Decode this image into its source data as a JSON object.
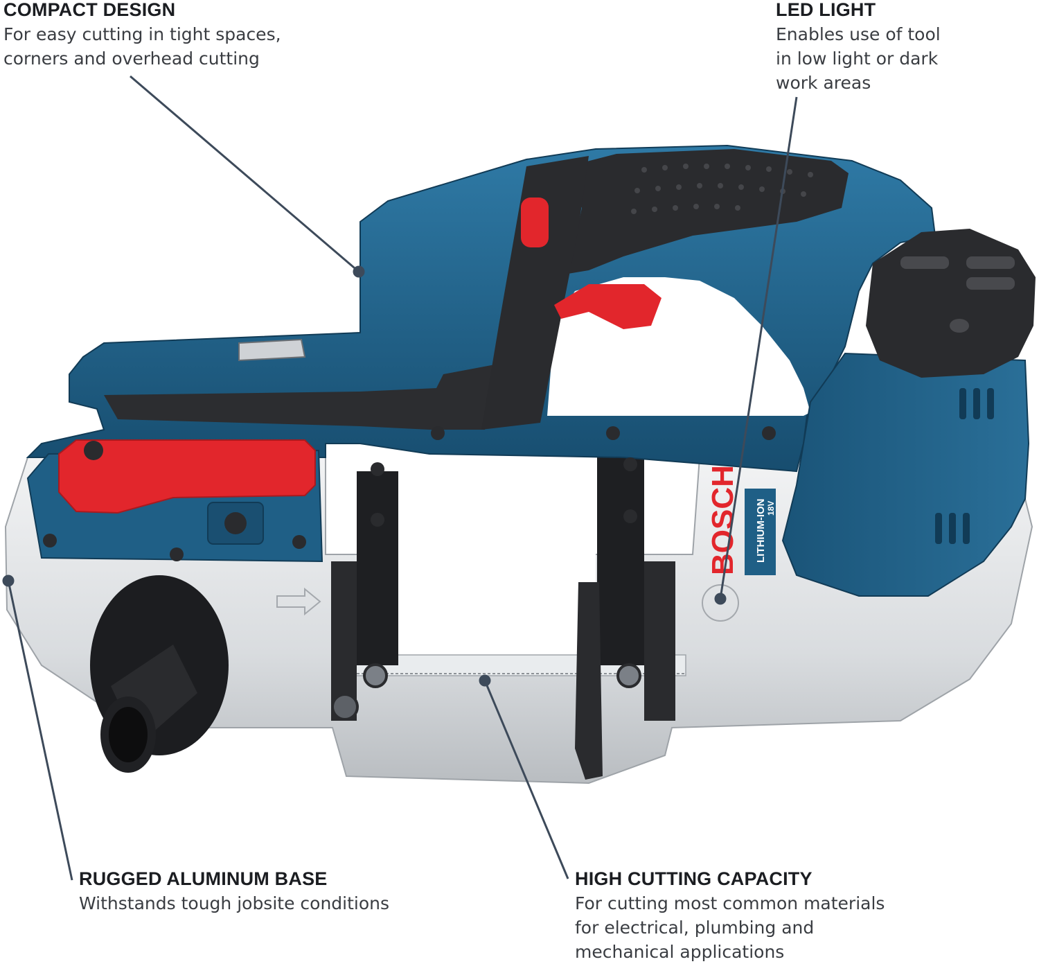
{
  "callouts": {
    "compact": {
      "title": "COMPACT DESIGN",
      "line1": "For easy cutting in tight spaces,",
      "line2": "corners and overhead cutting"
    },
    "led": {
      "title": "LED LIGHT",
      "line1": "Enables use of tool",
      "line2": "in low light or dark",
      "line3": "work areas"
    },
    "base": {
      "title": "RUGGED ALUMINUM BASE",
      "line1": "Withstands tough jobsite conditions"
    },
    "capacity": {
      "title": "HIGH CUTTING CAPACITY",
      "line1": "For cutting most common materials",
      "line2": "for electrical, plumbing and",
      "line3": "mechanical applications"
    }
  },
  "product": {
    "brand": "BOSCH",
    "badge": "LITHIUM-ION",
    "voltage": "18V"
  },
  "colors": {
    "body_blue": "#1f5f86",
    "grip_black": "#2a2a2c",
    "accent_red": "#e2262c",
    "aluminum": "#d7dadd",
    "leader": "#3d4a5a"
  }
}
